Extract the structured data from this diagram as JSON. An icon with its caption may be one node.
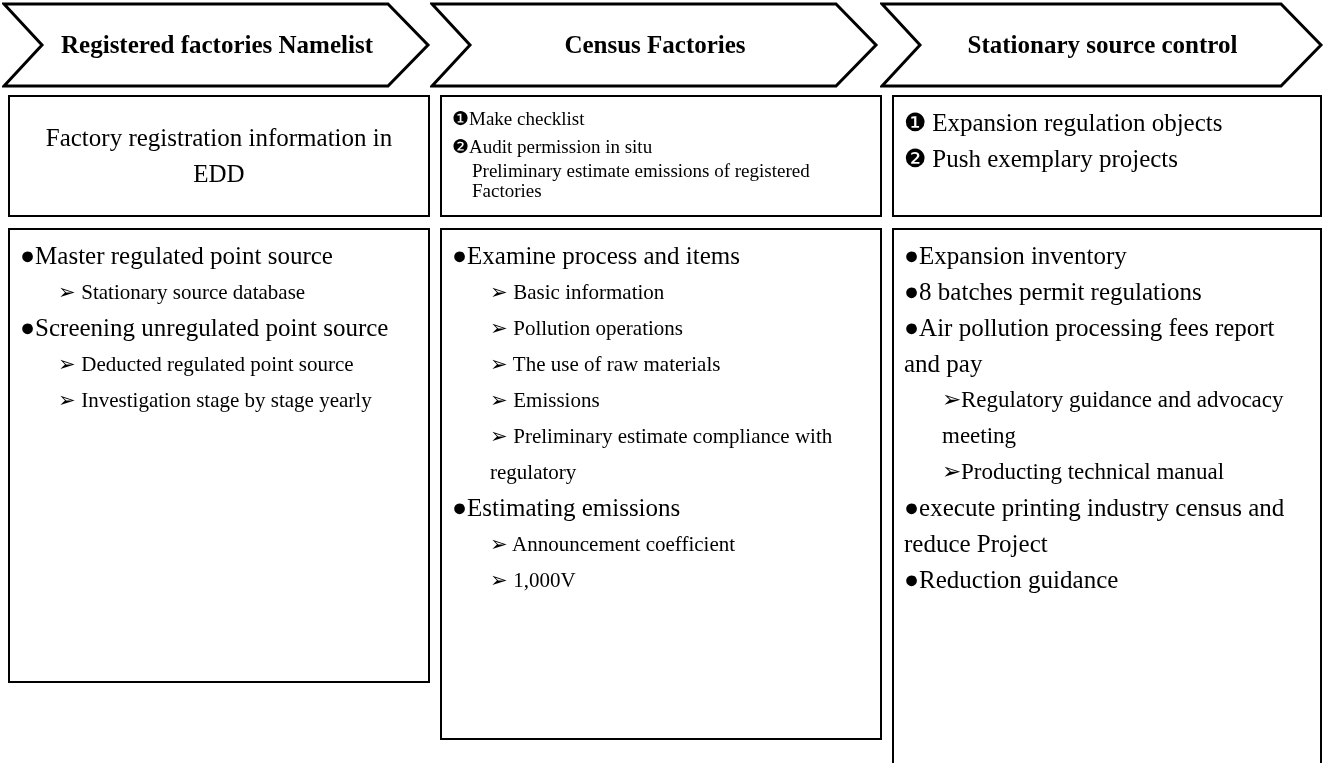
{
  "diagram": {
    "nodes": [
      {
        "text": [
          "Registered factories Namelist"
        ]
      },
      {
        "text": [
          "Census Factories"
        ]
      },
      {
        "text": [
          "Stationary source control"
        ]
      },
      {
        "text": [
          "Factory registration information in EDD"
        ]
      },
      {
        "text": [
          "❶Make checklist",
          "❷Audit permission in situ",
          "Preliminary estimate emissions of registered Factories"
        ]
      },
      {
        "text": [
          "❶ Expansion regulation objects",
          "❷ Push exemplary  projects"
        ]
      },
      {
        "text": [
          "●Master regulated point source",
          "➢ Stationary source database",
          "●Screening unregulated point source",
          "➢ Deducted regulated point source",
          "➢ Investigation stage by stage yearly"
        ]
      },
      {
        "text": [
          "●Examine process and items",
          "➢ Basic information",
          "➢ Pollution operations",
          "➢ The use of raw materials",
          "➢ Emissions",
          "➢ Preliminary estimate compliance with regulatory",
          "●Estimating emissions",
          "➢ Announcement coefficient",
          "➢ 1,000V"
        ]
      },
      {
        "text": [
          "●Expansion inventory",
          "●8 batches permit regulations",
          "●Air pollution processing fees report  and pay",
          "➢Regulatory guidance and advocacy meeting",
          "➢Producting technical manual",
          "●execute printing industry census and reduce Project",
          "●Reduction guidance"
        ]
      }
    ],
    "edges": []
  }
}
